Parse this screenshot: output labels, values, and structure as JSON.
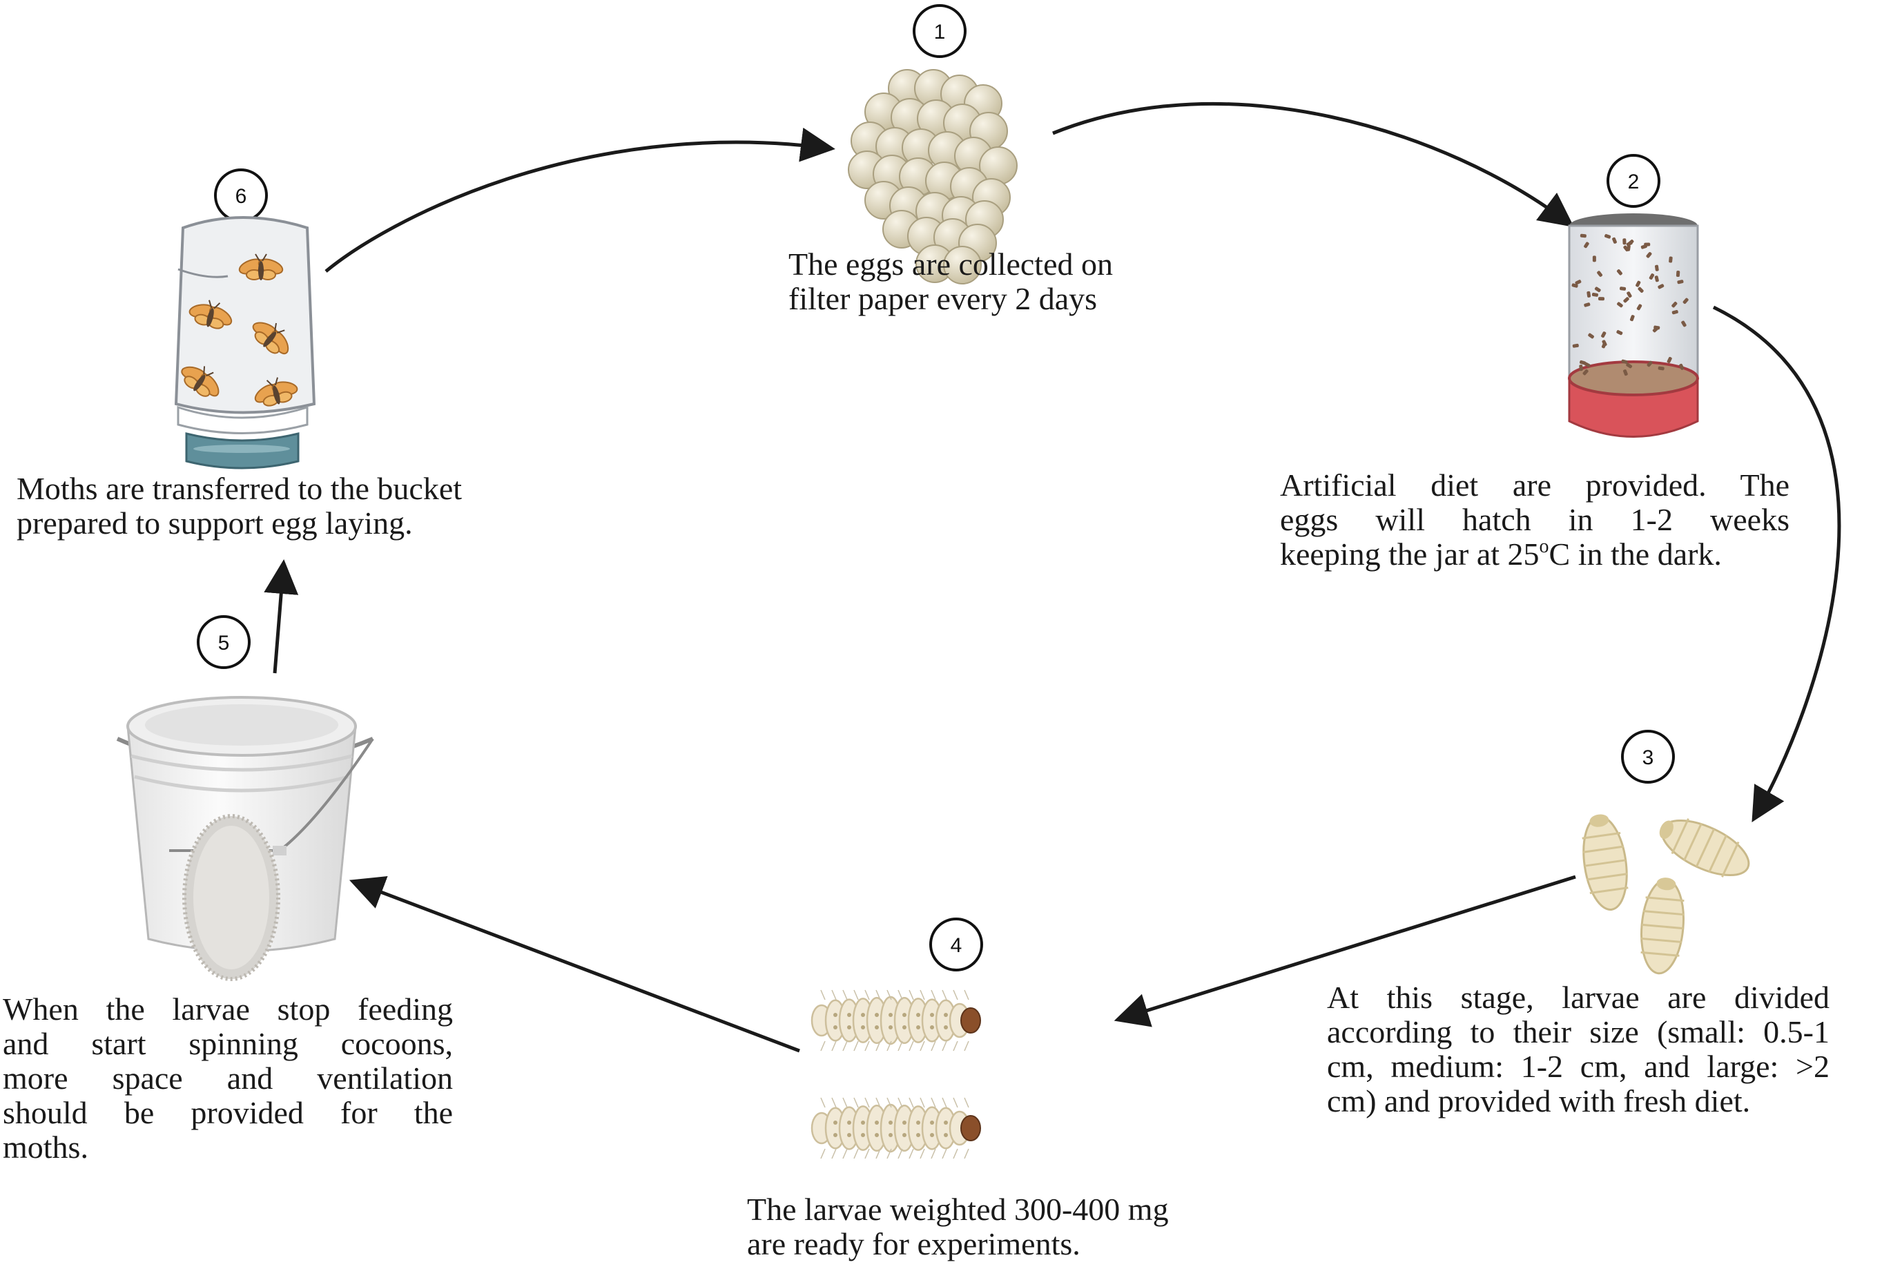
{
  "steps": [
    {
      "number": "1",
      "caption_lines": [
        "The eggs are collected on",
        "filter paper every 2 days"
      ]
    },
    {
      "number": "2",
      "caption_lines": [
        "Artificial diet are provided. The",
        "eggs will hatch in 1-2 weeks"
      ],
      "caption_last": {
        "before": "keeping the jar at 25",
        "sup": "o",
        "after": "C in the dark."
      }
    },
    {
      "number": "3",
      "caption_lines": [
        "At this stage, larvae are divided",
        "according to their  size (small: 0.5-1",
        "cm, medium: 1-2 cm, and large: >2",
        "cm)  and provided with  fresh diet."
      ]
    },
    {
      "number": "4",
      "caption_lines": [
        "The larvae weighted 300-400 mg",
        "are ready for experiments."
      ]
    },
    {
      "number": "5",
      "caption_lines": [
        "When the larvae stop feeding",
        "and start spinning cocoons,",
        "more space and ventilation",
        "should be provided for the",
        "moths."
      ]
    },
    {
      "number": "6",
      "caption_lines": [
        "Moths are transferred to the bucket",
        "prepared to support egg laying."
      ]
    }
  ],
  "colors": {
    "arrow": "#1a1a1a",
    "egg": "#ddd6bf",
    "larva": "#eee3c4",
    "worm": "#f1e9d6",
    "jar_lid": "#d9535a",
    "moth": "#e8a24f",
    "bucket": "#f2f2f2",
    "cocoon": "#d6d4d0"
  }
}
